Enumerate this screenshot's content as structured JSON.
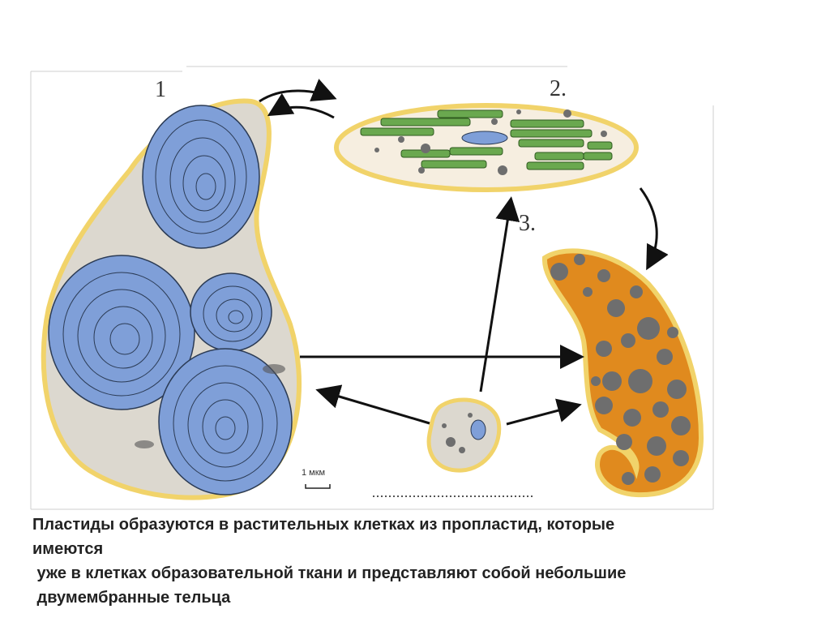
{
  "diagram": {
    "labels": {
      "n1": "1",
      "n2": "2.",
      "n3": "3."
    },
    "scale_bar": "1 мкм",
    "colors": {
      "amyloplast_fill": "#7f9fd8",
      "membrane": "#f1d36a",
      "chloroplast_stroma": "#f6eee0",
      "grana": "#6aa84f",
      "chromoplast_fill": "#e08a1e",
      "plastoglobule": "#6e6e6e",
      "arrow": "#111111"
    },
    "icons": [
      "amyloplast-cell",
      "chloroplast-cell",
      "chromoplast-cell",
      "proplastid-cell"
    ]
  },
  "caption": {
    "line1": "Пластиды образуются в растительных клетках из пропластид, которые",
    "line2": "имеются",
    "line3": " уже в клетках образовательной ткани и представляют собой небольшие",
    "line4": " двумембранные тельца"
  }
}
